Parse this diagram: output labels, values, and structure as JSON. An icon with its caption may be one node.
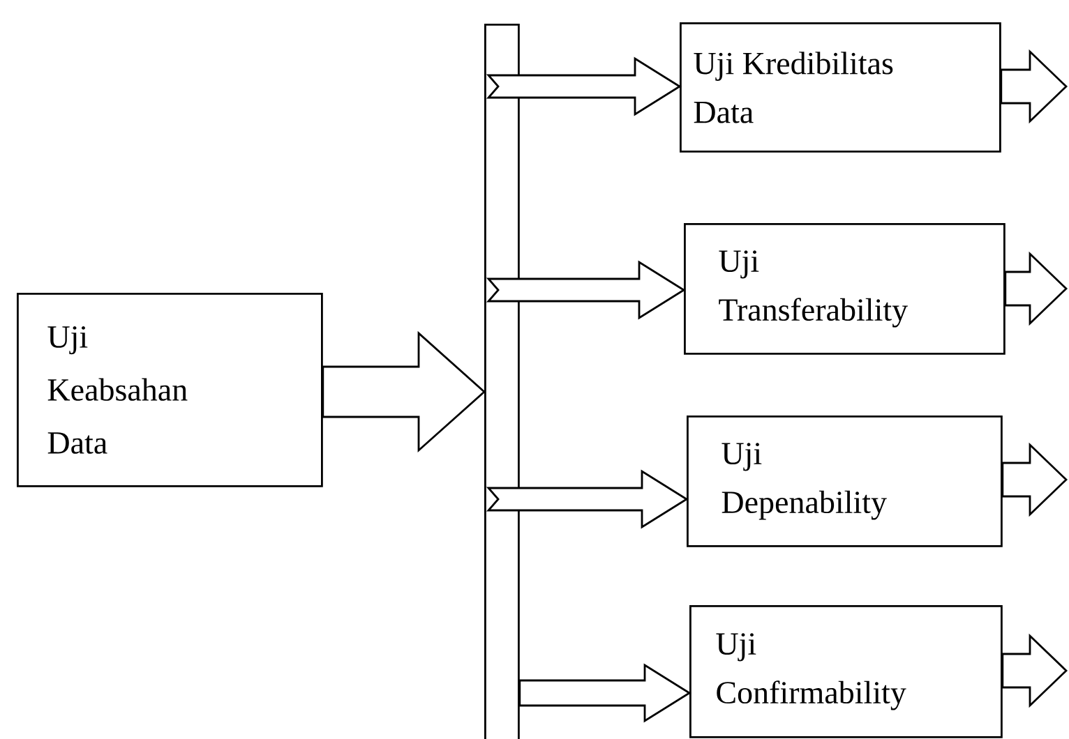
{
  "diagram": {
    "nodes": [
      {
        "text": [
          "Uji Keabsahan Data"
        ]
      },
      {
        "text": [],
        "shape": "bar"
      },
      {
        "text": [
          "Uji Kredibilitas Data"
        ]
      },
      {
        "text": [
          "Uji Transferability"
        ]
      },
      {
        "text": [
          "Uji Depenability"
        ]
      },
      {
        "text": [
          "Uji Confirmability"
        ]
      }
    ],
    "edges": [
      {
        "from": 0,
        "to": 1,
        "arrow": "to"
      },
      {
        "from": 1,
        "to": 2,
        "arrow": "to"
      },
      {
        "from": 1,
        "to": 3,
        "arrow": "to"
      },
      {
        "from": 1,
        "to": 4,
        "arrow": "to"
      },
      {
        "from": 1,
        "to": 5,
        "arrow": "to"
      },
      {
        "from": 2,
        "to": null,
        "arrow": "to"
      },
      {
        "from": 3,
        "to": null,
        "arrow": "to"
      },
      {
        "from": 4,
        "to": null,
        "arrow": "to"
      },
      {
        "from": 5,
        "to": null,
        "arrow": "to"
      }
    ]
  }
}
